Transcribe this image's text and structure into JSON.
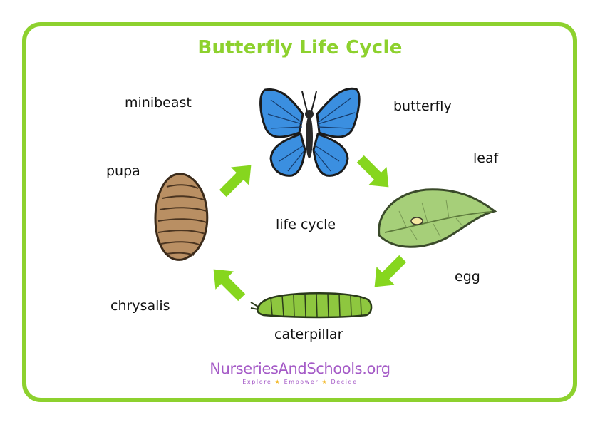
{
  "title": "Butterfly Life Cycle",
  "words": {
    "minibeast": "minibeast",
    "butterfly": "butterfly",
    "leaf": "leaf",
    "pupa": "pupa",
    "life_cycle": "life cycle",
    "egg": "egg",
    "chrysalis": "chrysalis",
    "caterpillar": "caterpillar"
  },
  "logo": {
    "name": "NurseriesAndSchools",
    "suffix": ".org",
    "tagline_1": "Explore",
    "tagline_2": "Empower",
    "tagline_3": "Decide",
    "star": "★"
  },
  "colors": {
    "frame": "#8dd12e",
    "title": "#8dd12e",
    "arrow": "#86d61e",
    "butterfly_wing": "#3b8fe0",
    "leaf": "#a6cf79",
    "caterpillar": "#8ec73f",
    "pupa": "#b98f63",
    "logo": "#a55bc7"
  },
  "icons": [
    "butterfly-icon",
    "leaf-with-egg-icon",
    "caterpillar-icon",
    "pupa-icon",
    "arrow-icon"
  ]
}
